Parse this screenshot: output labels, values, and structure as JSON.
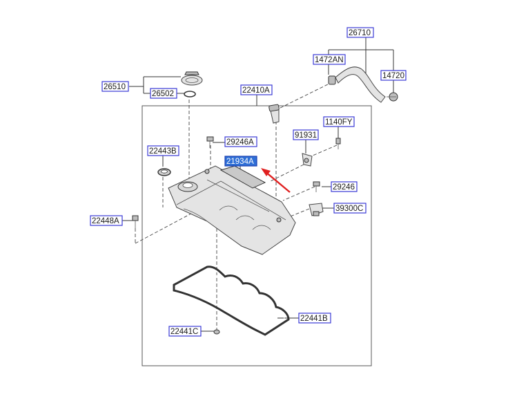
{
  "labels": {
    "p26710": "26710",
    "p1472AN": "1472AN",
    "p14720": "14720",
    "p26510": "26510",
    "p26502": "26502",
    "p22410A": "22410A",
    "p1140FY": "1140FY",
    "p91931": "91931",
    "p22443B": "22443B",
    "p29246A": "29246A",
    "p21934A": "21934A",
    "p29246": "29246",
    "p39300C": "39300C",
    "p22448A": "22448A",
    "p22441B": "22441B",
    "p22441C": "22441C"
  },
  "colors": {
    "label_border": "#3a3ad6",
    "highlight_fill": "#2f6fd6",
    "arrow": "#e02020",
    "line": "#333333"
  }
}
